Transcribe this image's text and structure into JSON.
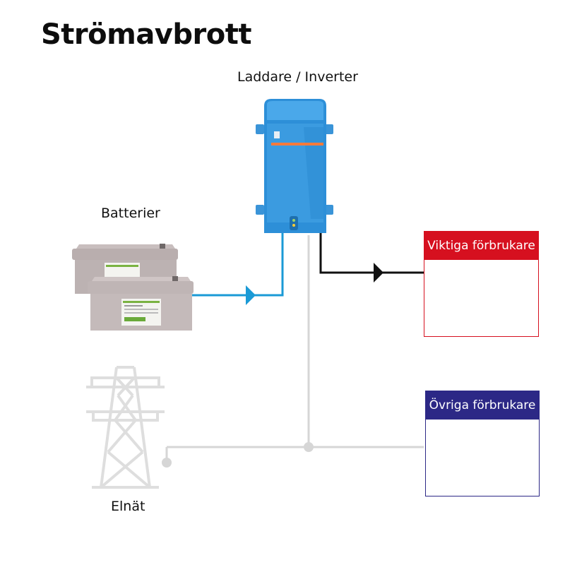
{
  "title": "Strömavbrott",
  "labels": {
    "inverter": "Laddare / Inverter",
    "batteries": "Batterier",
    "grid": "Elnät"
  },
  "consumers": {
    "important": {
      "label": "Viktiga förbrukare",
      "color": "#d6101f"
    },
    "other": {
      "label": "Övriga förbrukare",
      "color": "#2c2886"
    }
  },
  "colors": {
    "battery_line": "#1a9ad6",
    "output_line": "#111111",
    "inactive_line": "#d6d6d6",
    "inverter_body": "#2d8fd8"
  },
  "icons": [
    "inverter-icon",
    "battery-icon",
    "power-pylon-icon",
    "power-outlet-icon"
  ]
}
